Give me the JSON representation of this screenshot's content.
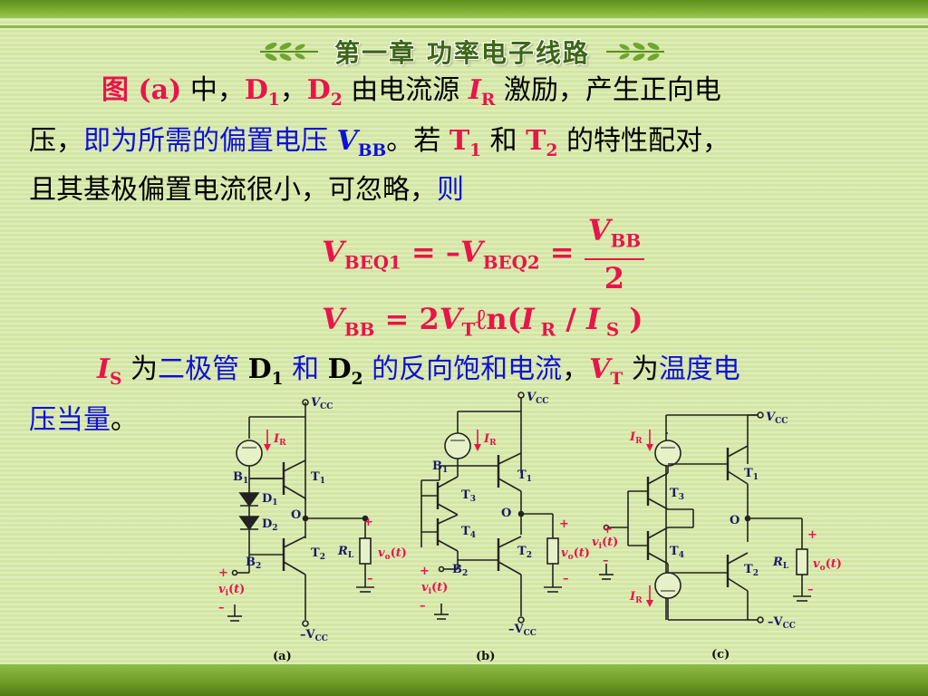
{
  "header": {
    "title": "第一章 功率电子线路"
  },
  "para1": {
    "line1": {
      "a": "图 (a)",
      "b": " 中，",
      "c": "D",
      "c_sub": "1",
      "d": "，",
      "e": "D",
      "e_sub": "2",
      "f": " 由电流源 ",
      "g": "I",
      "g_sub": "R",
      "h": " 激励，产生正向电"
    },
    "line2": {
      "a": "压，",
      "b": "即为所需的偏置电压 ",
      "c": "V",
      "c_sub": "BB",
      "d": "。若 ",
      "e": "T",
      "e_sub": "1",
      "f": " 和 ",
      "g": "T",
      "g_sub": "2",
      "h": " 的特性配对，"
    },
    "line3": {
      "a": "且其基极偏置电流很小，可忽略，",
      "b": "则"
    }
  },
  "equation1": {
    "lhs_v": "V",
    "lhs_sub": "BEQ1",
    "eq": " = –",
    "mid_v": "V",
    "mid_sub": "BEQ2",
    "eq2": " = ",
    "num_v": "V",
    "num_sub": "BB",
    "den": "2"
  },
  "equation2": {
    "v": "V",
    "v_sub": "BB",
    "eq": " = 2",
    "vt": "V",
    "vt_sub": "T",
    "ln": "ℓn(",
    "is1": "I",
    "is1_sub": " R",
    "slash": " / ",
    "is2": "I",
    "is2_sub": " S",
    "close": " )"
  },
  "para2": {
    "line1": {
      "a": "I",
      "a_sub": "S",
      "b": " 为",
      "c": "二极管 ",
      "d": "D",
      "d_sub": "1",
      "e": " 和 ",
      "f": "D",
      "f_sub": "2",
      "g": " 的反向饱和电流",
      "h": "，",
      "i": "V",
      "i_sub": "T",
      "j": " 为",
      "k": "温度电"
    },
    "line2": {
      "a": "压当量",
      "b": "。"
    }
  },
  "circuits": {
    "labels": {
      "vcc": "VCC",
      "vcc_sub": "CC",
      "v": "V",
      "neg_vcc": "–V",
      "ir": "I",
      "ir_sub": "R",
      "b1": "B",
      "b1_sub": "1",
      "b2": "B",
      "b2_sub": "2",
      "d1": "D",
      "d1_sub": "1",
      "d2": "D",
      "d2_sub": "2",
      "t1": "T",
      "t1_sub": "1",
      "t2": "T",
      "t2_sub": "2",
      "t3": "T",
      "t3_sub": "3",
      "t4": "T",
      "t4_sub": "4",
      "o": "O",
      "rl": "R",
      "rl_sub": "L",
      "vo": "v",
      "vo_sub": "o",
      "vi": "v",
      "vi_sub": "i",
      "t": "t",
      "plus": "+",
      "minus": "–",
      "cap_a": "(a)",
      "cap_b": "(b)",
      "cap_c": "(c)"
    }
  }
}
